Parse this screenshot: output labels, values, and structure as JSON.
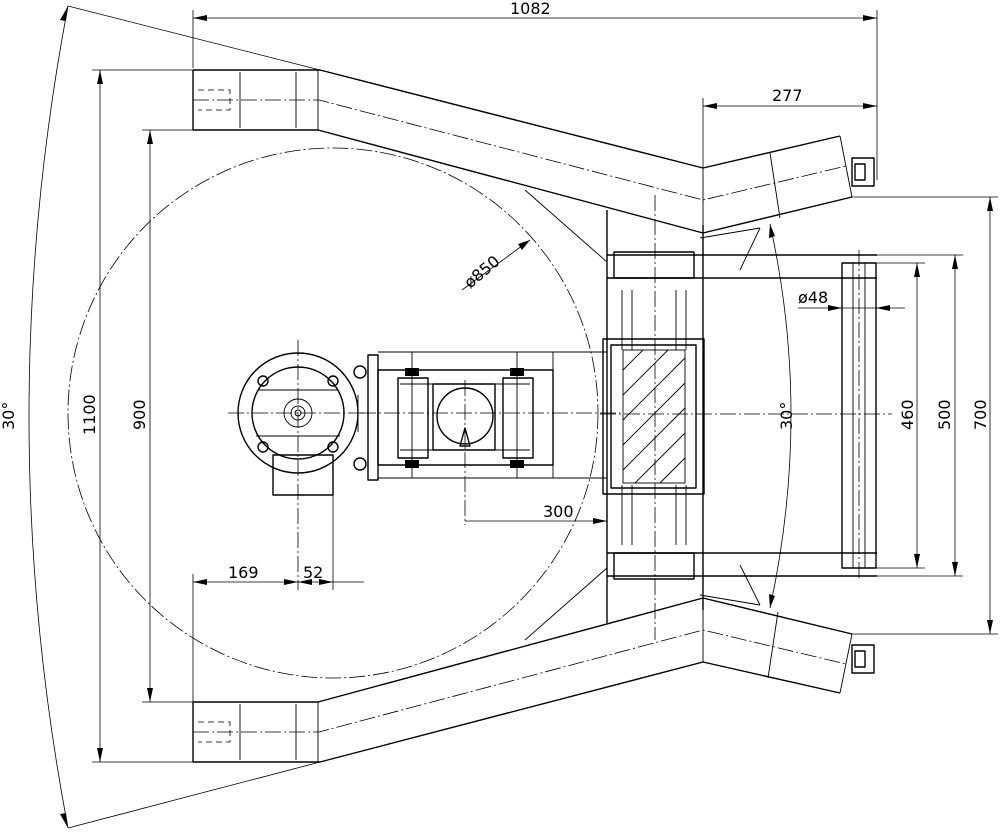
{
  "dimensions": {
    "overall_width": "1082",
    "tip_offset": "277",
    "swing_circle": "ø850",
    "pin_diameter": "ø48",
    "height_460": "460",
    "height_500": "500",
    "height_700": "700",
    "height_1100": "1100",
    "height_900": "900",
    "outer_angle": "30°",
    "inner_angle": "30°",
    "offset_300": "300",
    "offset_169": "169",
    "offset_52": "52"
  }
}
